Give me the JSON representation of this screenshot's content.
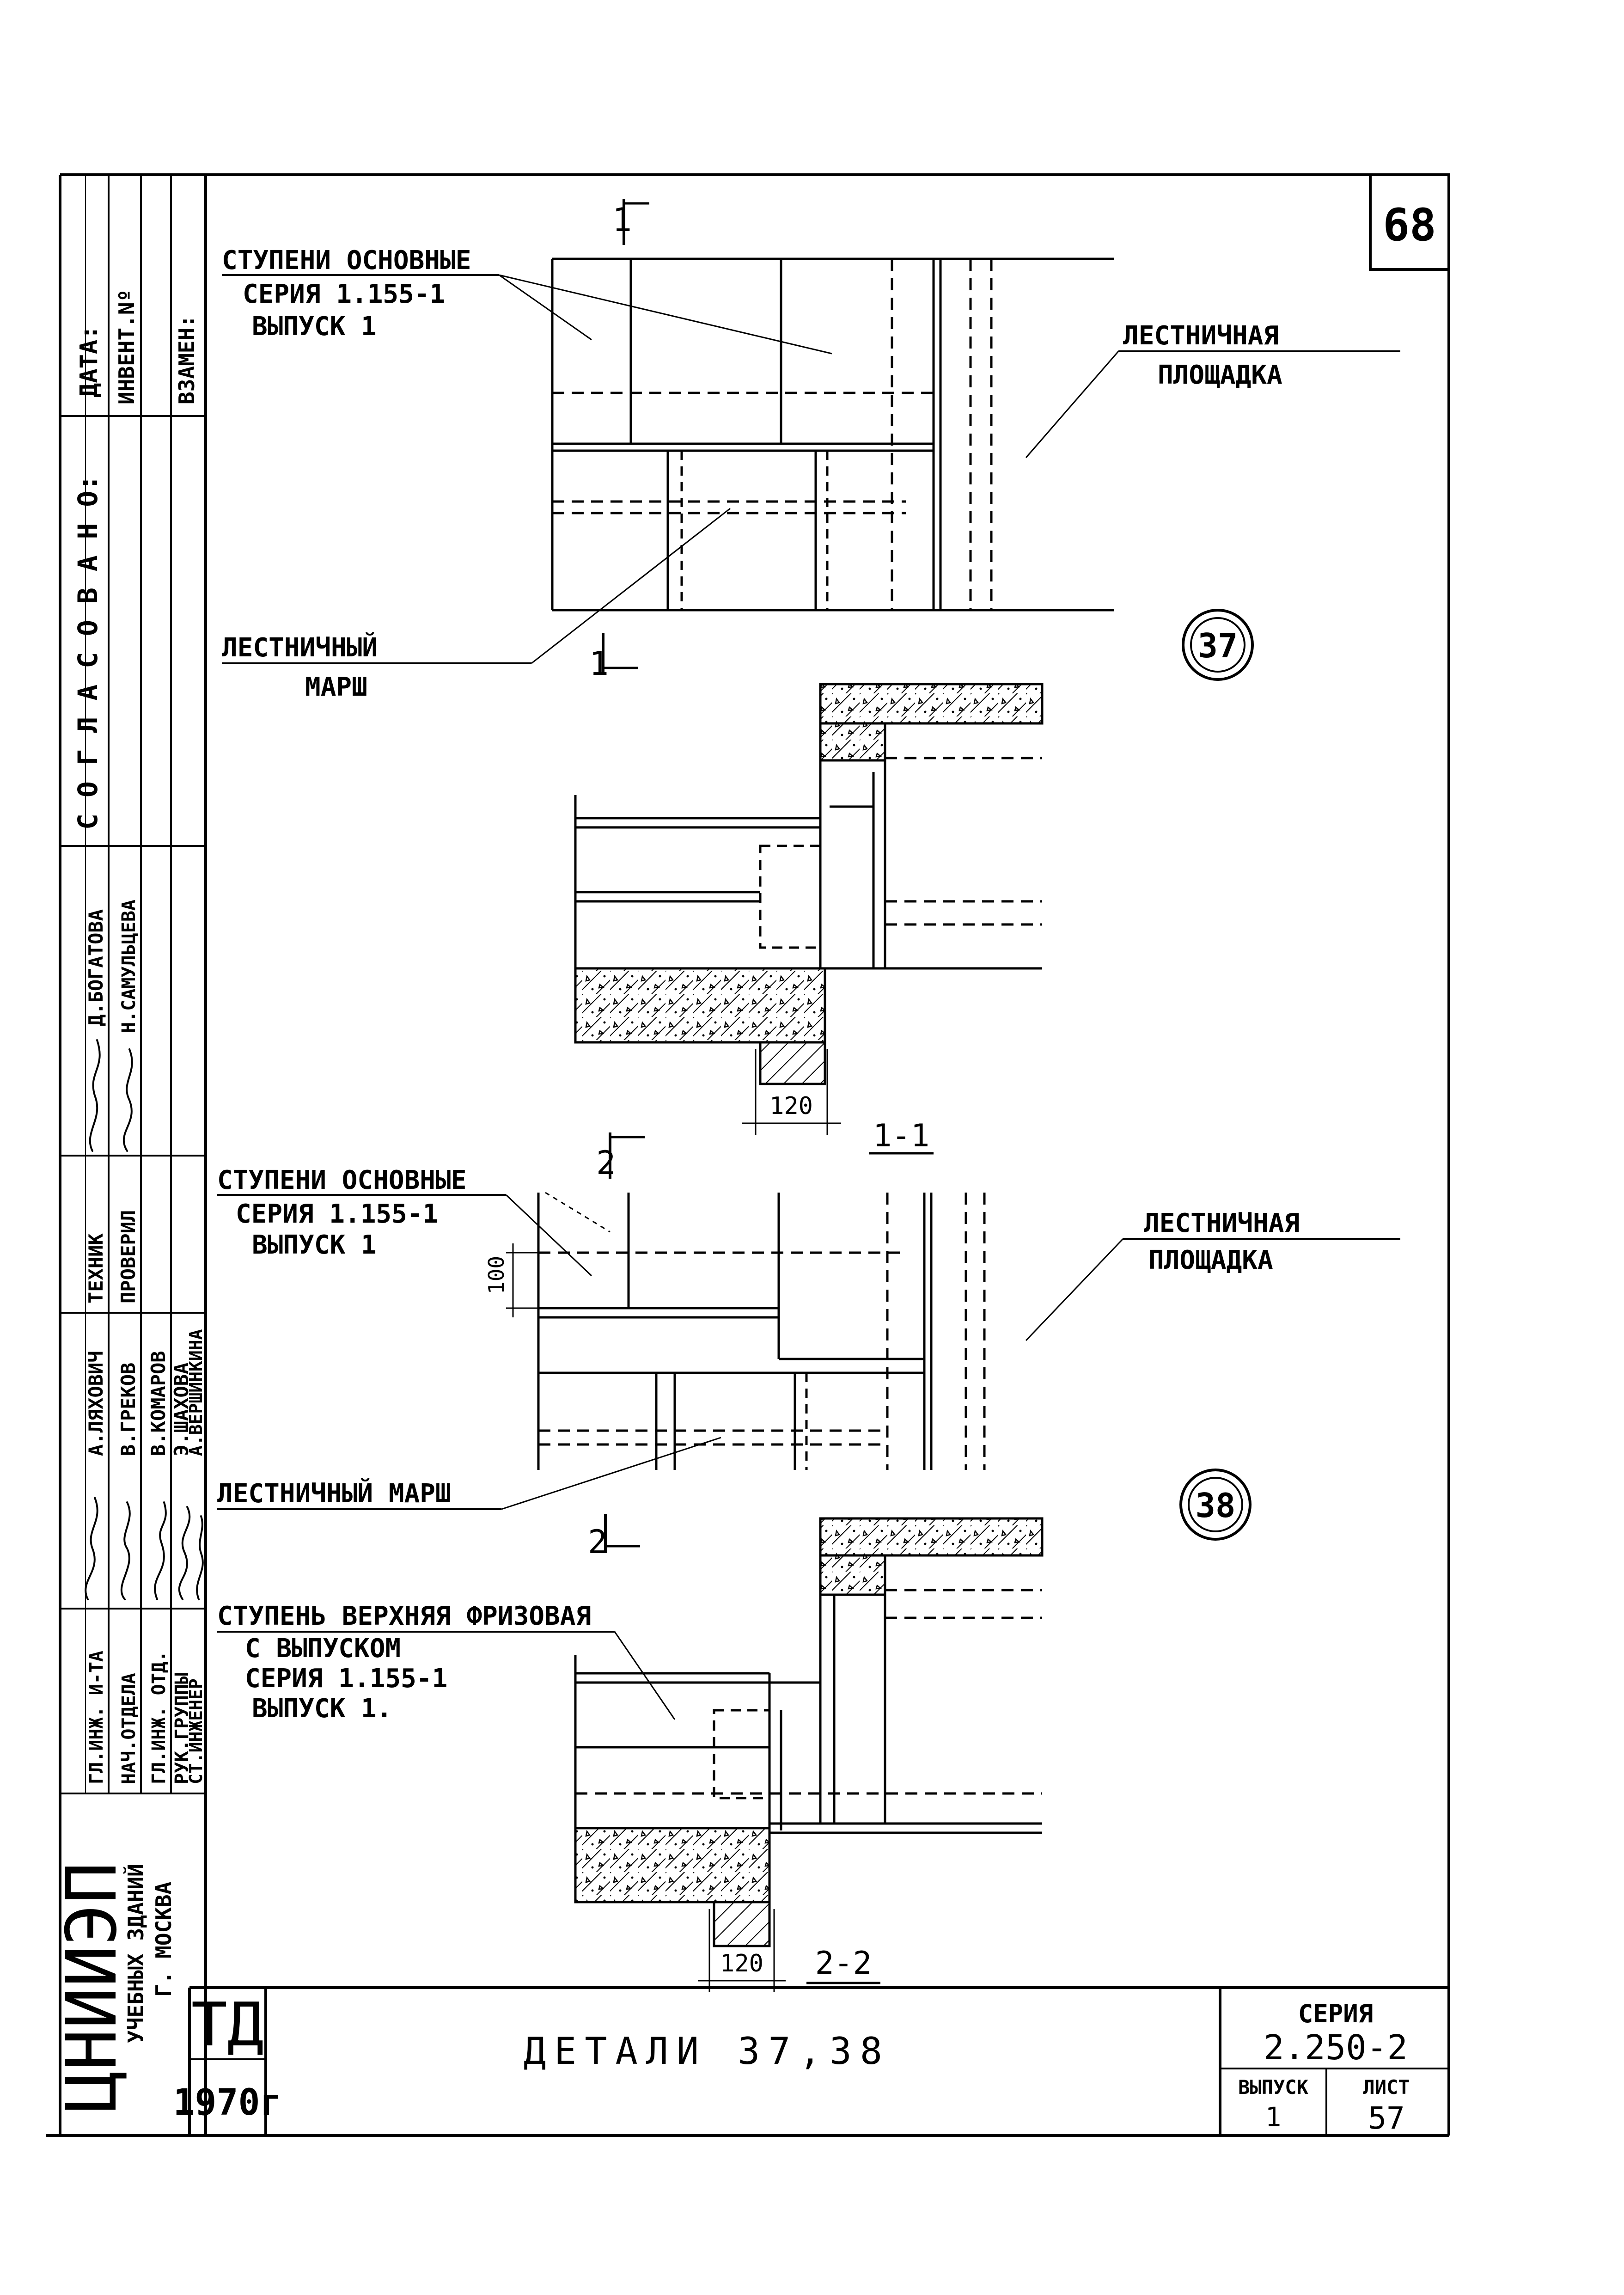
{
  "sheet_number": "68",
  "stamp": {
    "date_label": "ДАТА:",
    "inv_label": "ИНВЕНТ.Nº",
    "replace_label": "ВЗАМЕН:",
    "agreed_label": "С О Г Л А С О В А Н О:",
    "names_col1": [
      "А.ЛЯХОВИЧ",
      "Д.БОГАТОВА"
    ],
    "names_col2": [
      "В.ГРЕКОВ",
      "Н.САМУЛЬЦЕВА"
    ],
    "names_col3": [
      "В.КОМАРОВ"
    ],
    "names_col4": [
      "Э.ШАХОВА"
    ],
    "names_col5": [
      "А.ВЕРШИНКИНА"
    ],
    "roles_col1": [
      "ГЛ.ИНЖ. И-ТА",
      "ТЕХНИК"
    ],
    "roles_col2": [
      "НАЧ.ОТДЕЛА",
      "ПРОВЕРИЛ"
    ],
    "roles_col3": [
      "ГЛ.ИНЖ. ОТД."
    ],
    "roles_col4": [
      "РУК.ГРУППЫ"
    ],
    "roles_col5": [
      "СТ.ИНЖЕНЕР"
    ],
    "org_name": "ЦНИИЭП",
    "org_sub1": "УЧЕБНЫХ ЗДАНИЙ",
    "org_sub2": "Г. МОСКВА"
  },
  "detail37": {
    "label_steps": [
      "СТУПЕНИ ОСНОВНЫЕ",
      "СЕРИЯ 1.155-1",
      "ВЫПУСК 1"
    ],
    "label_landing": [
      "ЛЕСТНИЧНАЯ",
      "ПЛОЩАДКА"
    ],
    "label_flight": [
      "ЛЕСТНИЧНЫЙ",
      "МАРШ"
    ],
    "marker": "37",
    "section_mark": "1",
    "dim": "120",
    "section_title": "1-1"
  },
  "detail38": {
    "label_steps": [
      "СТУПЕНИ ОСНОВНЫЕ",
      "СЕРИЯ 1.155-1",
      "ВЫПУСК 1"
    ],
    "label_landing": [
      "ЛЕСТНИЧНАЯ",
      "ПЛОЩАДКА"
    ],
    "label_flight": "ЛЕСТНИЧНЫЙ МАРШ",
    "label_top_step": [
      "СТУПЕНЬ ВЕРХНЯЯ ФРИЗОВАЯ",
      "С ВЫПУСКОМ",
      "СЕРИЯ 1.155-1",
      "ВЫПУСК 1."
    ],
    "marker": "38",
    "section_mark": "2",
    "dim_100": "100",
    "dim": "120",
    "section_title": "2-2"
  },
  "title_block": {
    "code": "ТД",
    "year": "1970г",
    "title": "ДЕТАЛИ 37,38",
    "series_label": "СЕРИЯ",
    "series_value": "2.250-2",
    "issue_label": "ВЫПУСК",
    "issue_value": "1",
    "sheet_label": "ЛИСТ",
    "sheet_value": "57"
  }
}
